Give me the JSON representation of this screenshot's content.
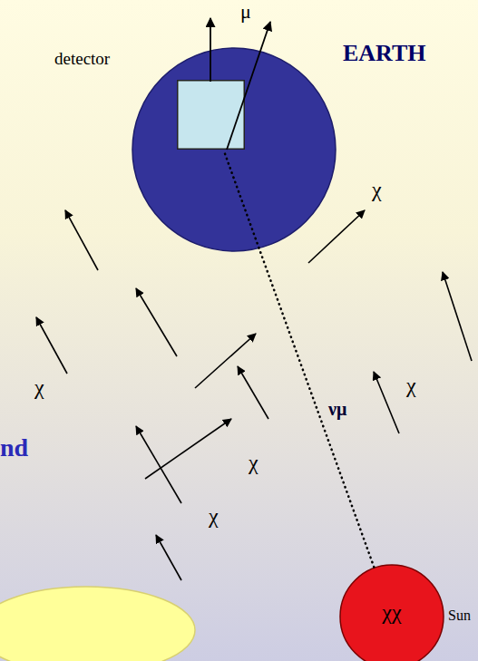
{
  "diagram": {
    "nodes": [
      {
        "text": [
          "EARTH"
        ]
      },
      {
        "text": [
          "detector"
        ],
        "in": 0
      },
      {
        "text": [
          "χχ",
          "Sun"
        ]
      }
    ],
    "edges": [
      {
        "from": 2,
        "to": 1,
        "arrow": "none",
        "label": "νμ"
      }
    ],
    "labels": [
      "μ",
      "χ",
      "χ",
      "χ",
      "χ",
      "χ",
      "nd"
    ]
  }
}
